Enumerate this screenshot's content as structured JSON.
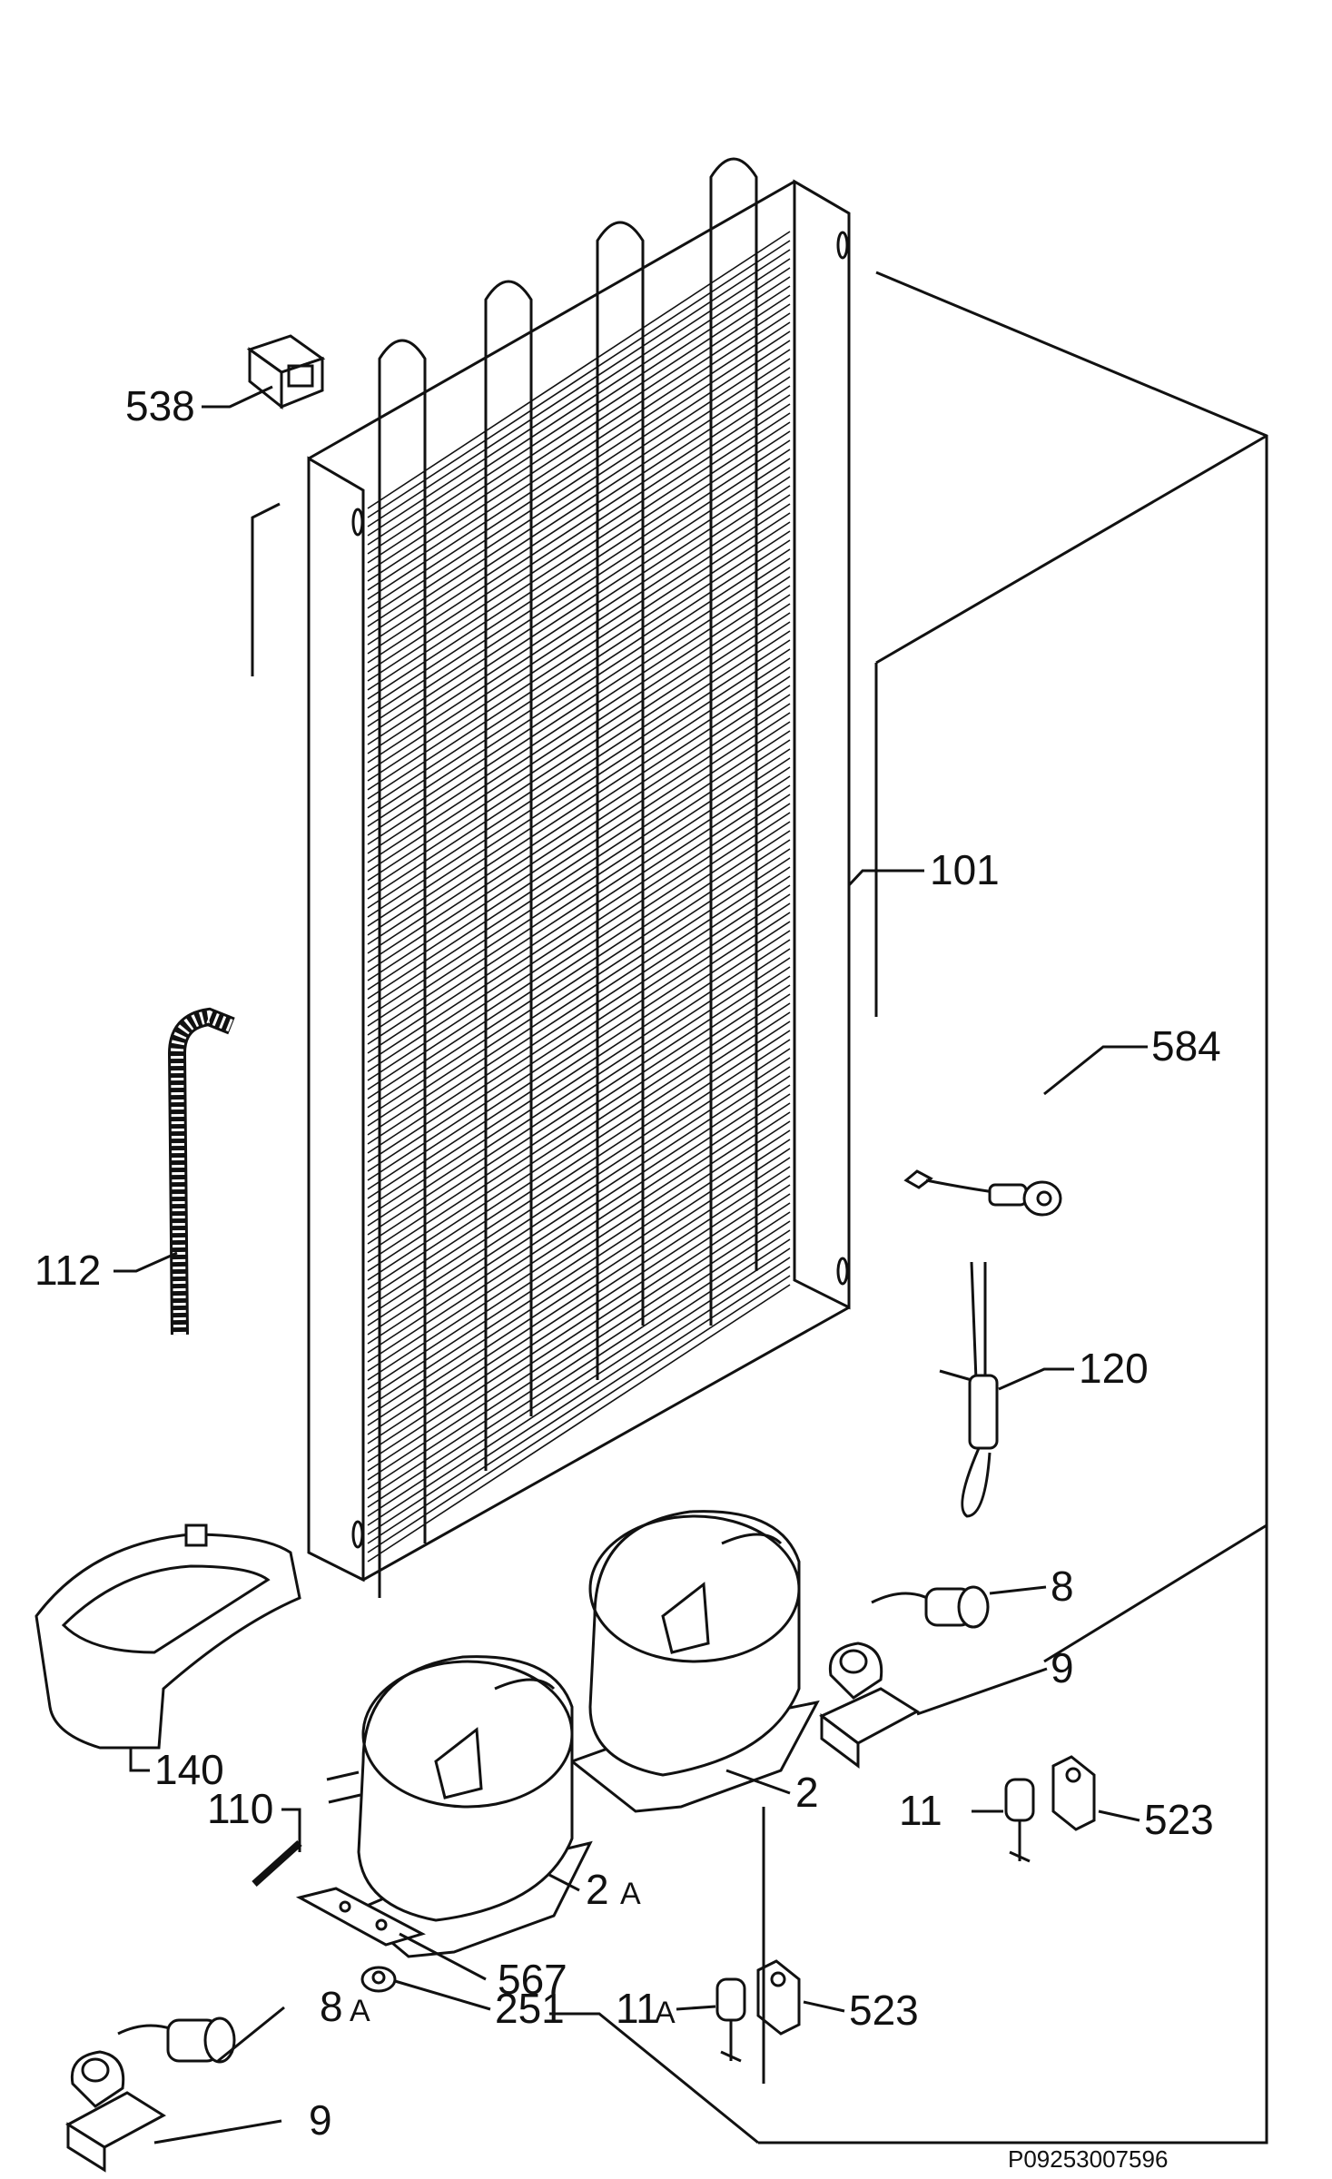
{
  "labels": {
    "p538": "538",
    "p101": "101",
    "p584": "584",
    "p112": "112",
    "p120": "120",
    "p8": "8",
    "p9_top": "9",
    "p140": "140",
    "p110": "110",
    "p2": "2",
    "p2a_num": "2",
    "p2a_suffix": "A",
    "p11": "11",
    "p523_top": "523",
    "p567": "567",
    "p11a_num": "11",
    "p11a_suffix": "A",
    "p523_bottom": "523",
    "p8a_num": "8",
    "p8a_suffix": "A",
    "p251": "251",
    "p9_bottom": "9"
  },
  "reference_code": "P09253007596"
}
